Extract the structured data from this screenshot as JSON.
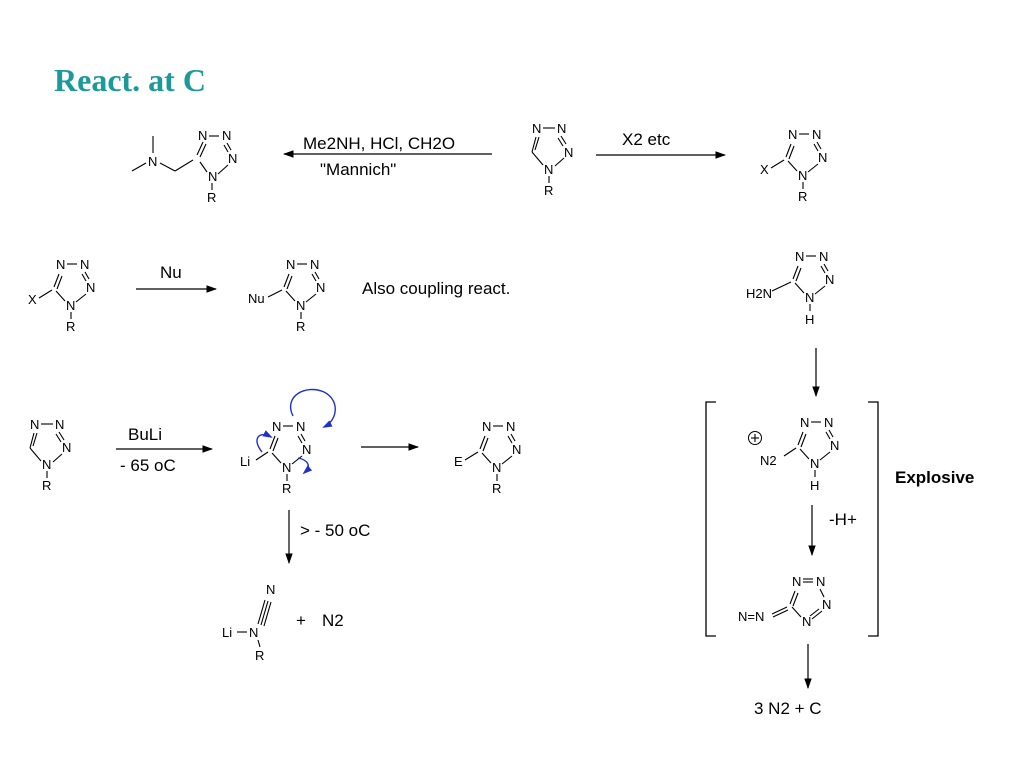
{
  "title": "React. at C",
  "atoms": {
    "N": "N",
    "R": "R",
    "X": "X",
    "H": "H",
    "Nu": "Nu",
    "Li": "Li",
    "E": "E",
    "H2N": "H2N",
    "N2": "N2",
    "NN": "N=N"
  },
  "reactions": {
    "mannich": {
      "reagent": "Me2NH, HCl, CH2O",
      "name": "\"Mannich\""
    },
    "halogenation": {
      "reagent": "X2 etc"
    },
    "substitution": {
      "reagent": "Nu",
      "note": "Also coupling react."
    },
    "lithiation": {
      "reagent": "BuLi",
      "temperature": "- 65 oC"
    },
    "decomposition": {
      "condition": "> - 50 oC",
      "plus": "+",
      "product": "N2"
    },
    "diazotization": {
      "bracket_label": "Explosive",
      "deprotonation": "-H+",
      "final": "3 N2  +  C"
    }
  }
}
